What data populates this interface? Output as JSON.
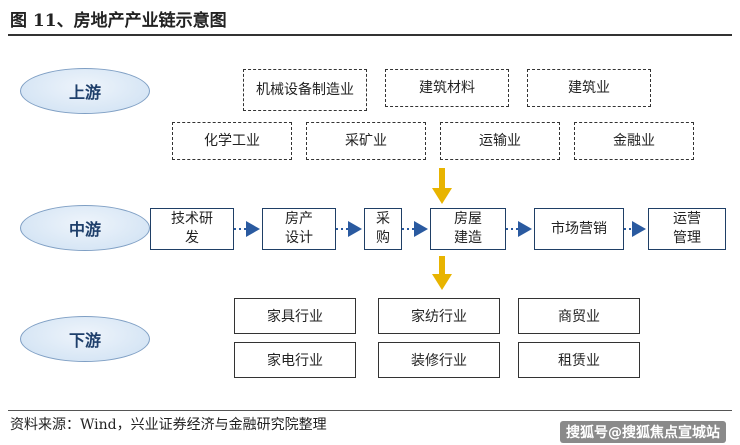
{
  "figure": {
    "title": "图 11、房地产产业链示意图",
    "source": "资料来源：Wind，兴业证券经济与金融研究院整理",
    "watermark": "搜狐号@搜狐焦点宣城站"
  },
  "stages": {
    "upstream": "上游",
    "midstream": "中游",
    "downstream": "下游"
  },
  "upstream_row1": [
    "机械设备制造业",
    "建筑材料",
    "建筑业"
  ],
  "upstream_row2": [
    "化学工业",
    "采矿业",
    "运输业",
    "金融业"
  ],
  "midstream_steps": [
    "技术研发",
    "房产设计",
    "采购",
    "房屋建造",
    "市场营销",
    "运营管理"
  ],
  "downstream_col1": [
    "家具行业",
    "家电行业"
  ],
  "downstream_col2": [
    "家纺行业",
    "装修行业"
  ],
  "downstream_col3": [
    "商贸业",
    "租赁业"
  ],
  "colors": {
    "arrow": "#e8b400",
    "flow_arrow": "#2a5aa0",
    "stage_fill": "#d7e6f5",
    "stage_text": "#1e3f6b"
  }
}
